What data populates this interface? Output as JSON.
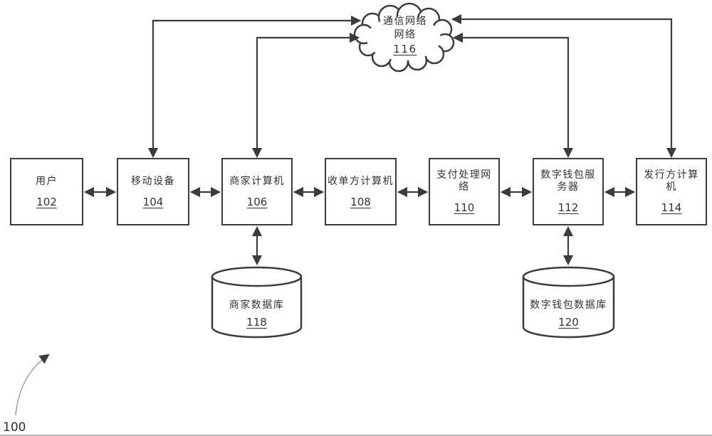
{
  "figure": {
    "ref": "100"
  },
  "cloud": {
    "line1": "通信网络",
    "line2": "网络",
    "ref": "116"
  },
  "nodes": [
    {
      "label": "用户",
      "ref": "102"
    },
    {
      "label": "移动设备",
      "ref": "104"
    },
    {
      "label": "商家计算机",
      "ref": "106"
    },
    {
      "label": "收单方计算机",
      "ref": "108"
    },
    {
      "label": "支付处理网络",
      "ref": "110"
    },
    {
      "label": "数字钱包服务器",
      "ref": "112"
    },
    {
      "label": "发行方计算机",
      "ref": "114"
    }
  ],
  "databases": [
    {
      "label": "商家数据库",
      "ref": "118"
    },
    {
      "label": "数字钱包数据库",
      "ref": "120"
    }
  ],
  "colors": {
    "line": "#3c3c3c",
    "text": "#333333",
    "background": "#ffffff"
  }
}
